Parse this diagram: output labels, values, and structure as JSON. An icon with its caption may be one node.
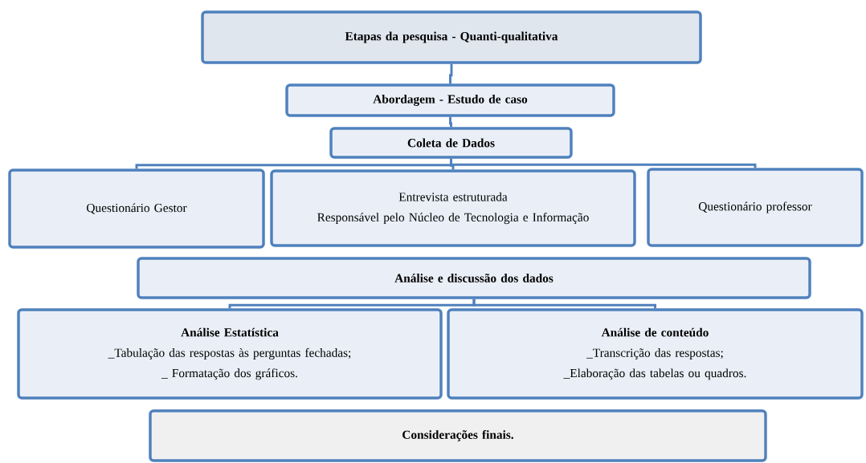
{
  "diagram": {
    "nodes": [
      {
        "text": [
          "Etapas da pesquisa - Quanti-qualitativa"
        ]
      },
      {
        "text": [
          "Abordagem - Estudo de caso"
        ]
      },
      {
        "text": [
          "Coleta de Dados"
        ]
      },
      {
        "text": [
          "Questionário Gestor"
        ]
      },
      {
        "text": [
          "Entrevista estruturada",
          "Responsável pelo Núcleo de Tecnologia e Informação"
        ]
      },
      {
        "text": [
          "Questionário professor"
        ]
      },
      {
        "text": [
          "Análise e discussão dos dados"
        ]
      },
      {
        "text": [
          "Análise Estatística",
          "_Tabulação das respostas às perguntas fechadas;",
          "_ Formatação dos gráficos."
        ]
      },
      {
        "text": [
          "Análise de conteúdo",
          "_Transcrição das respostas;",
          "_Elaboração das tabelas ou quadros."
        ]
      },
      {
        "text": [
          "Considerações finais."
        ]
      }
    ],
    "edges": [
      {
        "from": 0,
        "to": 1,
        "arrow": "none"
      },
      {
        "from": 1,
        "to": 2,
        "arrow": "none"
      },
      {
        "from": 2,
        "to": 3,
        "arrow": "none"
      },
      {
        "from": 2,
        "to": 4,
        "arrow": "none"
      },
      {
        "from": 2,
        "to": 5,
        "arrow": "none"
      },
      {
        "from": 6,
        "to": 7,
        "arrow": "none"
      },
      {
        "from": 6,
        "to": 8,
        "arrow": "none"
      }
    ]
  }
}
